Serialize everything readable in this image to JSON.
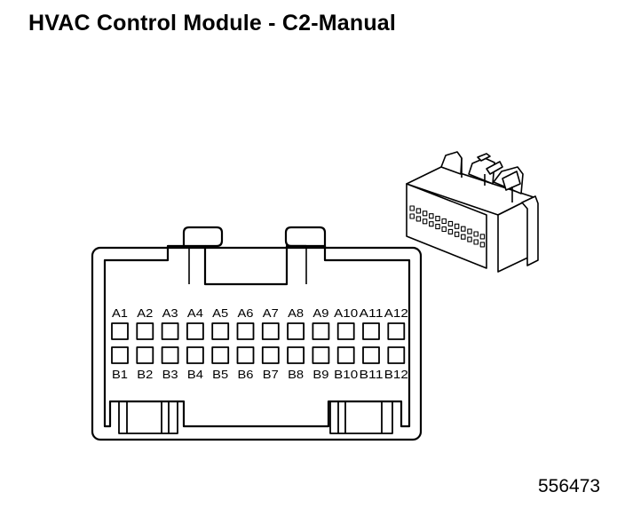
{
  "title": "HVAC Control Module - C2-Manual",
  "figure_id": "556473",
  "connector": {
    "row_a": [
      "A1",
      "A2",
      "A3",
      "A4",
      "A5",
      "A6",
      "A7",
      "A8",
      "A9",
      "A10",
      "A11",
      "A12"
    ],
    "row_b": [
      "B1",
      "B2",
      "B3",
      "B4",
      "B5",
      "B6",
      "B7",
      "B8",
      "B9",
      "B10",
      "B11",
      "B12"
    ]
  }
}
